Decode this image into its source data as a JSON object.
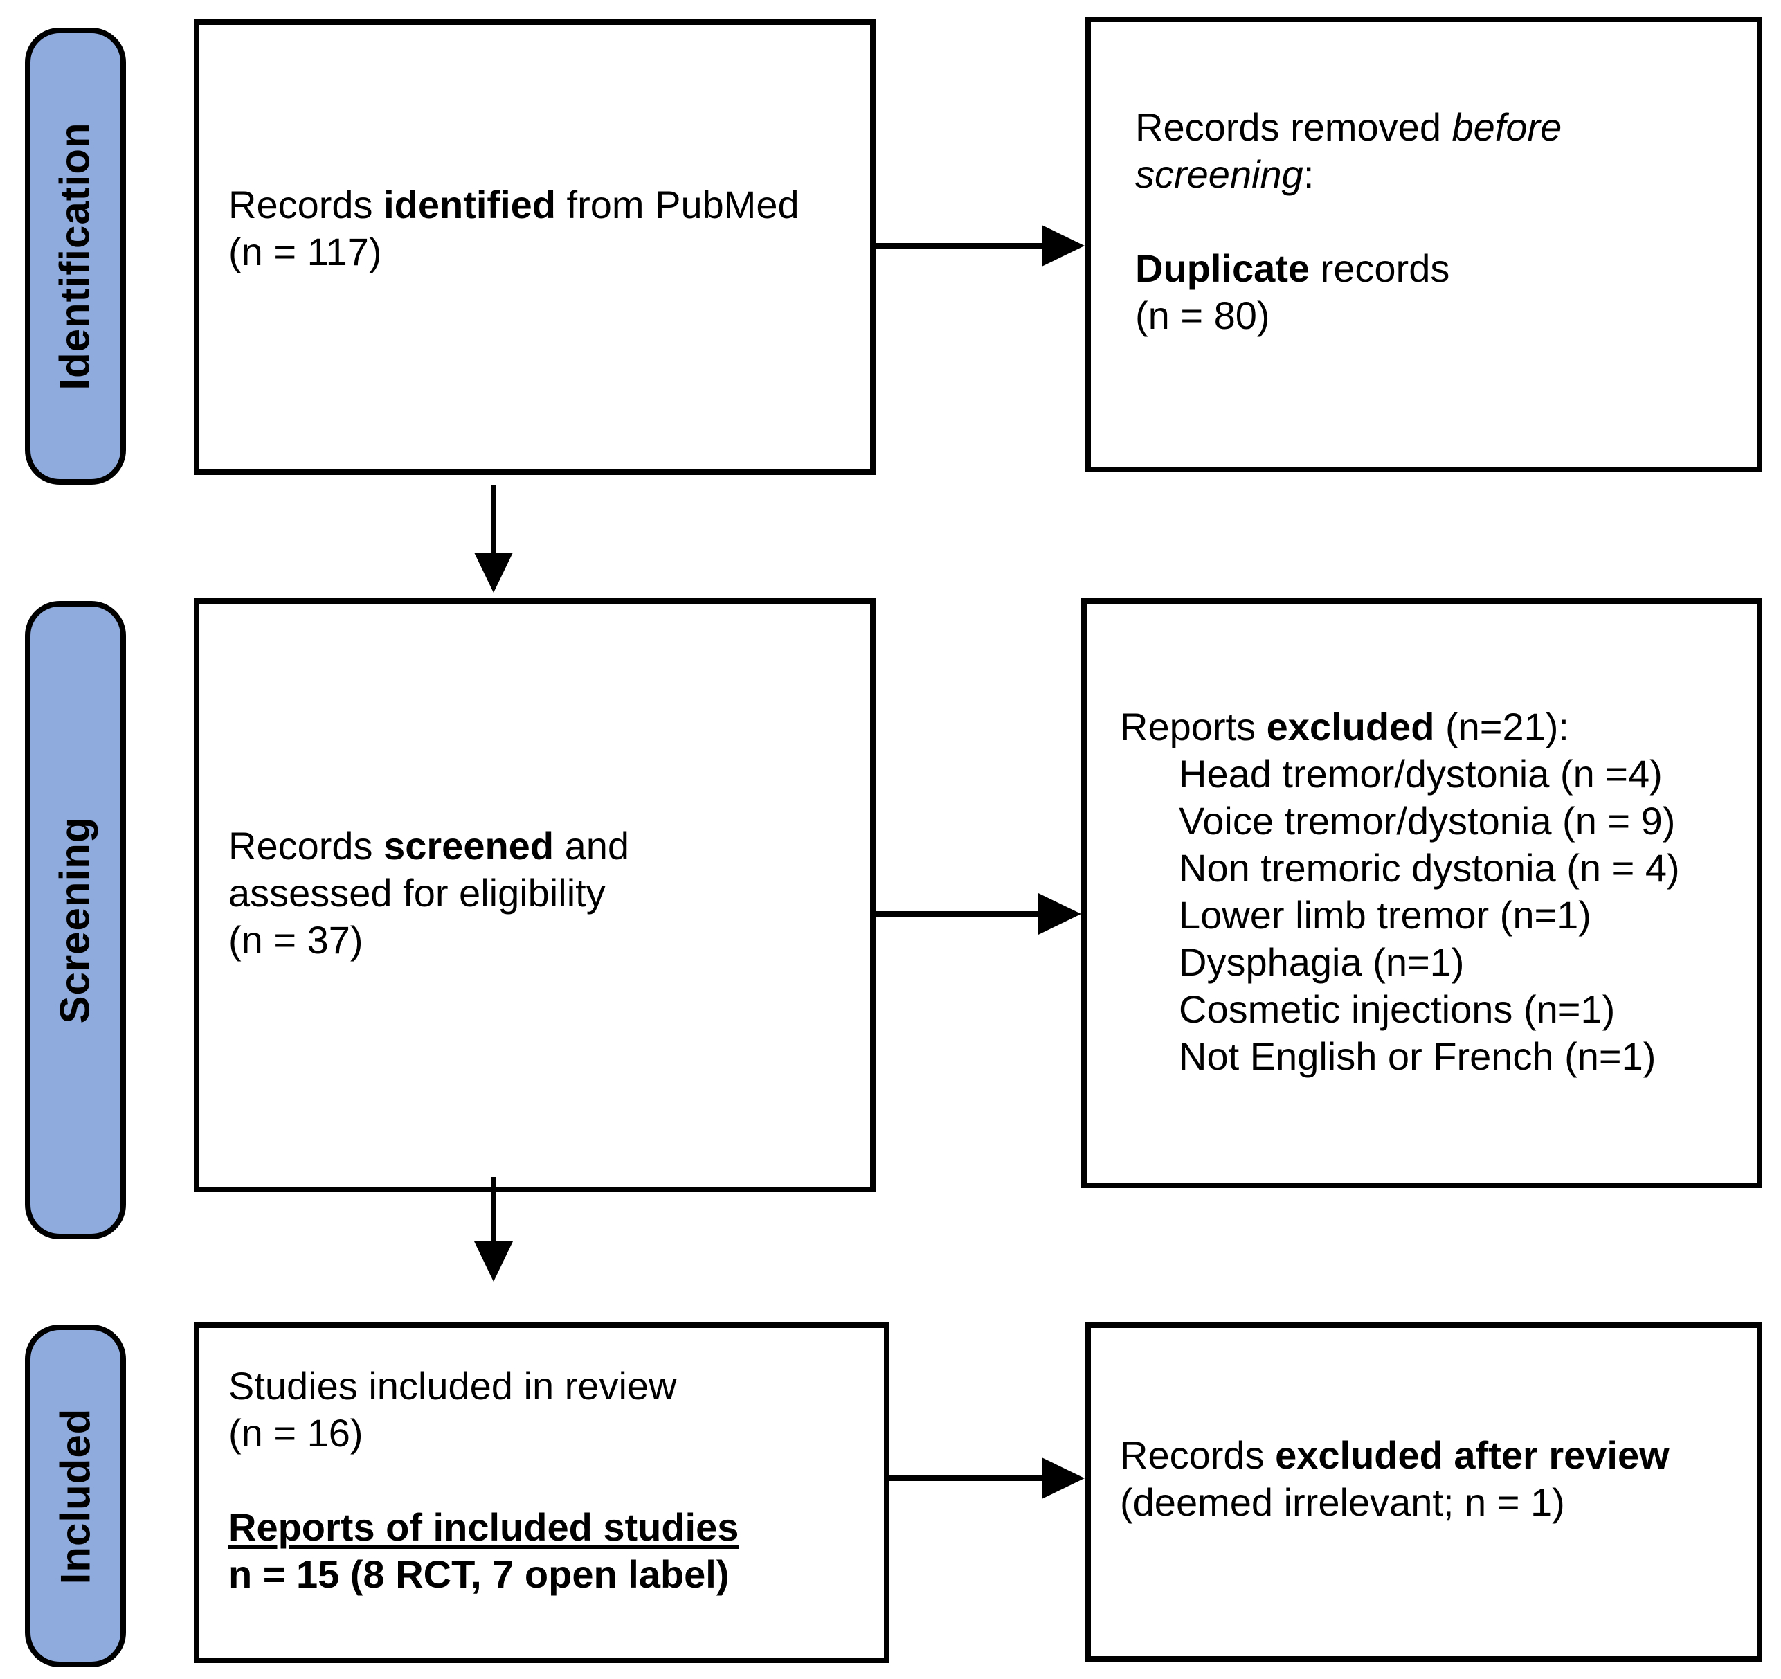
{
  "colors": {
    "stage_fill": "#8FAADC",
    "line": "#000000",
    "background": "#FFFFFF"
  },
  "stages": {
    "identification": "Identification",
    "screening": "Screening",
    "included": "Included"
  },
  "identified": {
    "pre": "Records ",
    "bold": "identified",
    "post": " from PubMed",
    "count": "(n = 117)"
  },
  "removed": {
    "line1_pre": "Records removed ",
    "line1_italic": "before",
    "line2_italic": "screening",
    "line2_colon": ":",
    "dup_bold": "Duplicate",
    "dup_rest": " records",
    "count": "(n = 80)"
  },
  "screened": {
    "line1_pre": "Records ",
    "line1_bold": "screened",
    "line1_post": " and",
    "line2": "assessed for eligibility",
    "count": "(n = 37)"
  },
  "excluded": {
    "head_pre": "Reports ",
    "head_bold": "excluded",
    "head_post": " (n=21):",
    "items": [
      "Head tremor/dystonia (n =4)",
      "Voice tremor/dystonia (n = 9)",
      "Non tremoric dystonia (n = 4)",
      "Lower limb tremor (n=1)",
      "Dysphagia (n=1)",
      "Cosmetic injections (n=1)",
      "Not English or French (n=1)"
    ]
  },
  "included_box": {
    "line1": "Studies included in review",
    "count": "(n = 16)",
    "reports_title": "Reports of included studies",
    "reports_detail": "n = 15 (8 RCT, 7 open label)"
  },
  "excluded_after": {
    "pre": "Records ",
    "bold": "excluded after review",
    "line2": "(deemed irrelevant; n = 1)"
  }
}
